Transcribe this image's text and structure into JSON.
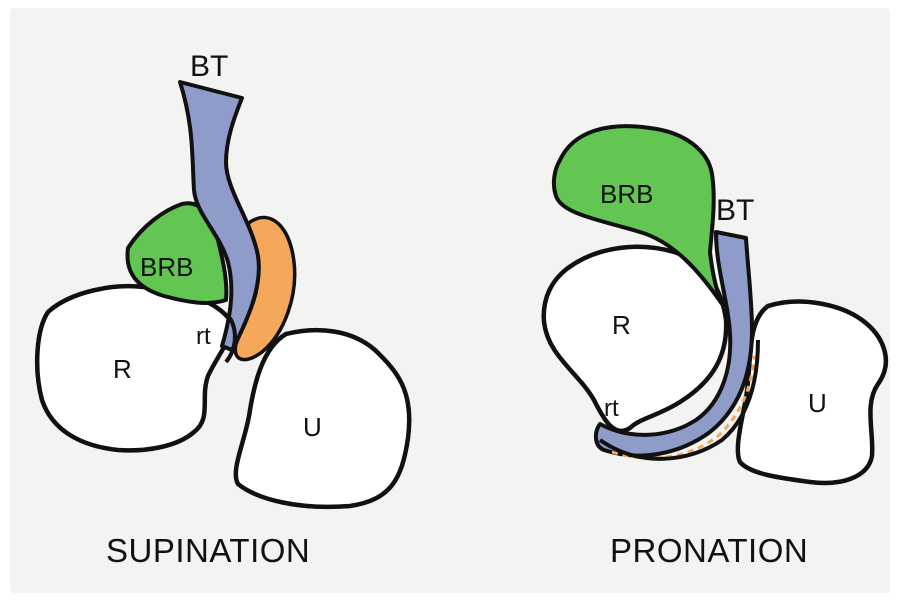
{
  "colors": {
    "background": "#f3f3f1",
    "outline": "#111111",
    "bone_fill": "#ffffff",
    "bicipital_radial_bursa": "#63c653",
    "biceps_tendon": "#8f9bc9",
    "orange_structure": "#f5a85a"
  },
  "supination": {
    "caption": "SUPINATION",
    "labels": {
      "bt": "BT",
      "brb": "BRB",
      "rt": "rt",
      "radius": "R",
      "ulna": "U"
    }
  },
  "pronation": {
    "caption": "PRONATION",
    "labels": {
      "bt": "BT",
      "brb": "BRB",
      "rt": "rt",
      "radius": "R",
      "ulna": "U"
    }
  }
}
